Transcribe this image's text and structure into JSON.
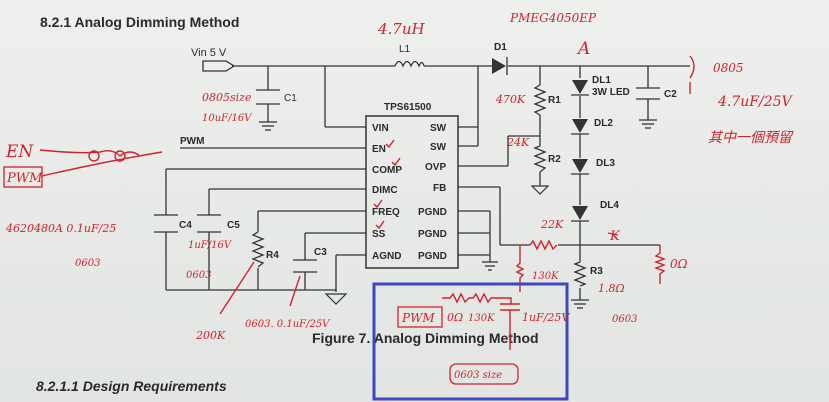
{
  "doc": {
    "section_heading": "8.2.1   Analog Dimming Method",
    "figure_caption": "Figure 7. Analog Dimming Method",
    "subsection_heading": "8.2.1.1   Design Requirements"
  },
  "schematic": {
    "vin_label": "Vin 5 V",
    "ic_name": "TPS61500",
    "pins_left": [
      "VIN",
      "EN",
      "COMP",
      "DIMC",
      "FREQ",
      "SS",
      "AGND"
    ],
    "pins_right": [
      "SW",
      "SW",
      "OVP",
      "FB",
      "PGND",
      "PGND",
      "PGND"
    ],
    "pwm_label": "PWM",
    "components": {
      "L1": "L1",
      "D1": "D1",
      "C1": "C1",
      "C2": "C2",
      "C3": "C3",
      "C4": "C4",
      "C5": "C5",
      "R1": "R1",
      "R2": "R2",
      "R3": "R3",
      "R4": "R4",
      "DL1": "DL1",
      "DL1_sub": "3W LED",
      "DL2": "DL2",
      "DL3": "DL3",
      "DL4": "DL4"
    }
  },
  "annotations": {
    "inductor": "4.7uH",
    "diode": "PMEG4050EP",
    "node_a": "A",
    "node_k": "K",
    "c1_size": "0805size",
    "c1_value": "10uF/16V",
    "r1_value": "470K",
    "r2_value": "24K",
    "c2_size": "0805",
    "c2_value": "4.7uF/25V",
    "c2_note": "其中一個預留",
    "en": "EN",
    "pwm_input": "PWM",
    "c4_value": "4620480A 0.1uF/25",
    "c4_size": "0603",
    "c5_value": "1uF/16V",
    "c5_size": "0603",
    "r4_value": "200K",
    "c3_value": "0603. 0.1uF/25V",
    "r_k": "22K",
    "r_130": "130K",
    "r3_value": "1.8Ω",
    "r3_size": "0603",
    "r_extra": "0Ω",
    "box_pwm": "PWM",
    "box_r0": "0Ω",
    "box_r130": "130K",
    "box_cap": "1uF/25V",
    "box_size": "0603 size"
  },
  "colors": {
    "ink": "#2a2a2a",
    "pen": "#d2232a",
    "highlight": "#3b46c9"
  }
}
